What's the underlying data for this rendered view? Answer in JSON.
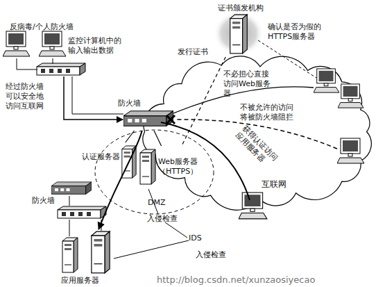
{
  "diagram": {
    "nodes": [
      {
        "text": [
          "证书颁发机构"
        ]
      },
      {
        "text": [
          "互联网"
        ]
      },
      {
        "text": [
          "防火墙"
        ]
      },
      {
        "text": [
          "DMZ"
        ]
      },
      {
        "text": [
          "认证服务器"
        ],
        "in": 3
      },
      {
        "text": [
          "Web服务器（HTTPS）"
        ],
        "in": 3
      },
      {
        "text": [
          "防火墙"
        ]
      },
      {
        "text": [
          "应用服务器"
        ]
      }
    ],
    "edges": [
      {
        "from": 0,
        "to": 5,
        "arrow": "none",
        "label": "发行证书"
      },
      {
        "from": 2,
        "to": 4,
        "arrow": "none"
      },
      {
        "from": 2,
        "to": 5,
        "arrow": "none"
      },
      {
        "from": 2,
        "to": 7,
        "arrow": "to"
      }
    ],
    "labels": [
      "反病毒/个人防火墙",
      "监控计算机中的输入输出数据",
      "经过防火墙可以安全地访问互联网",
      "确认是否为假的HTTPS服务器",
      "不必担心直接访问Web服务器",
      "不被允许的访问将被防火墙阻拦",
      "获得认证访问应用服务器",
      "入侵检查",
      "IDS",
      "入侵检查",
      "http://blog.csdn.net/xunzaosiyecao"
    ]
  }
}
